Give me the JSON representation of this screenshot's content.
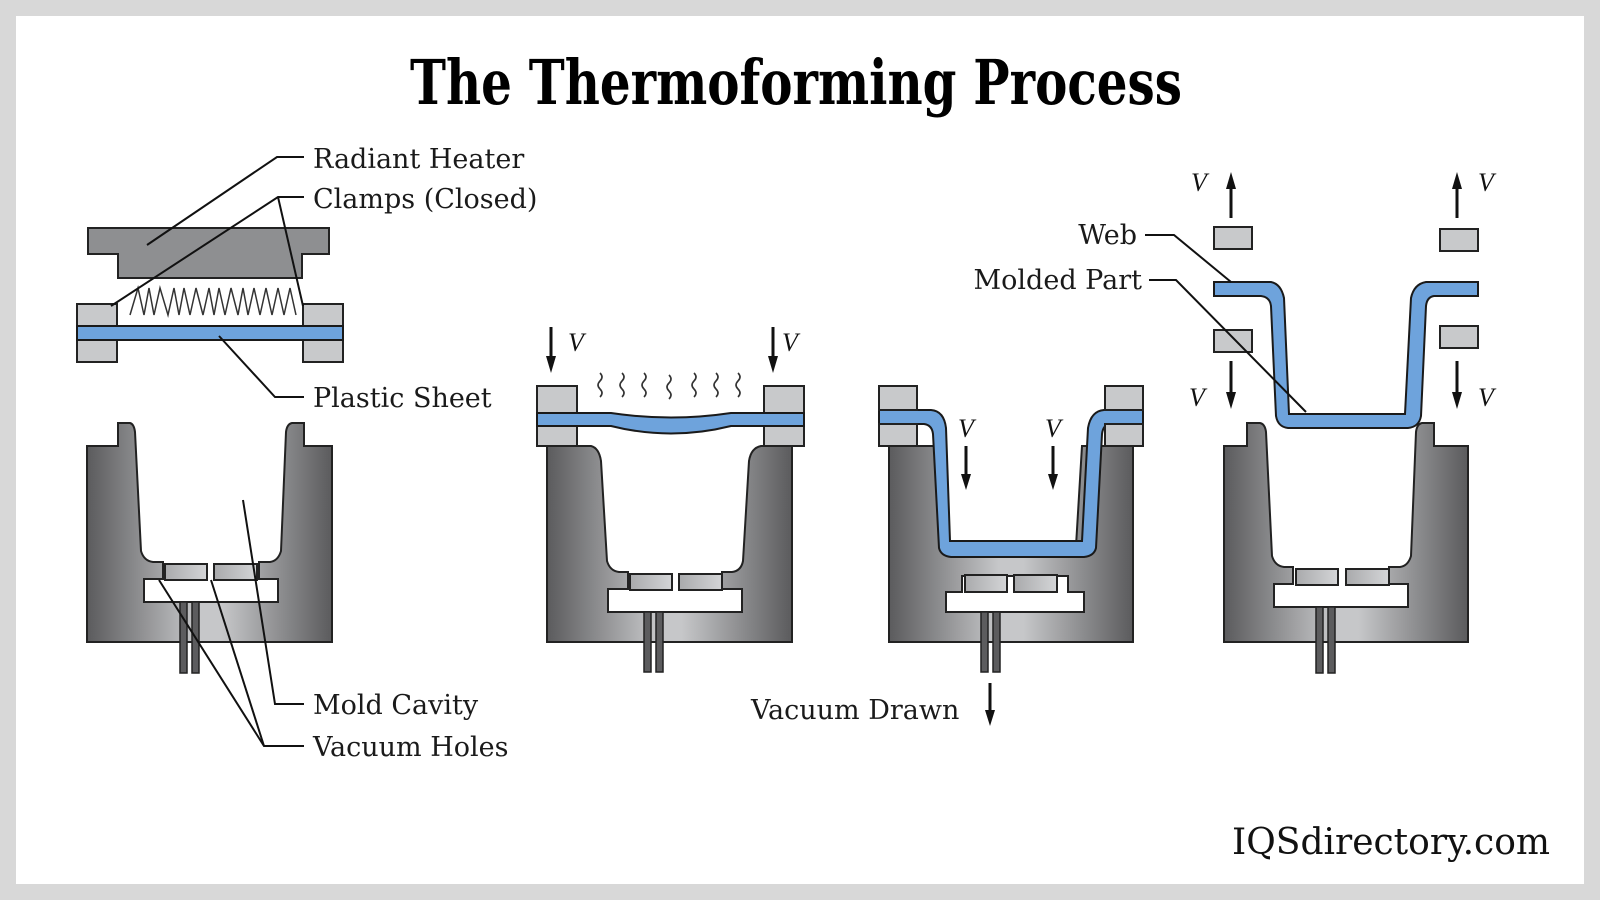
{
  "title": "The Thermoforming Process",
  "brand": "IQSdirectory.com",
  "colors": {
    "background_frame": "#d8d8d8",
    "canvas": "#ffffff",
    "plastic_sheet": "#6ea3dc",
    "clamp": "#c8c9cb",
    "heater": "#8e8f91",
    "mold_dark": "#5b5b5d",
    "mold_light": "#c6c7c9"
  },
  "stages": [
    {
      "id": "heating",
      "labels": {
        "radiant_heater": "Radiant Heater",
        "clamps": "Clamps (Closed)",
        "plastic_sheet": "Plastic Sheet",
        "mold_cavity": "Mold Cavity",
        "vacuum_holes": "Vacuum Holes"
      }
    },
    {
      "id": "sagging",
      "arrow_labels": [
        "V",
        "V"
      ]
    },
    {
      "id": "vacuum-forming",
      "arrow_labels": [
        "V",
        "V"
      ],
      "caption": "Vacuum Drawn"
    },
    {
      "id": "release",
      "arrow_labels": [
        "V",
        "V",
        "V",
        "V"
      ],
      "labels": {
        "web": "Web",
        "molded_part": "Molded Part"
      }
    }
  ],
  "icons": {
    "heater_coil": "zigzag-coil",
    "heat_waves": "wavy-lines",
    "vacuum_arrow": "down-arrow",
    "clamp_release_arrow": "up-arrow"
  }
}
